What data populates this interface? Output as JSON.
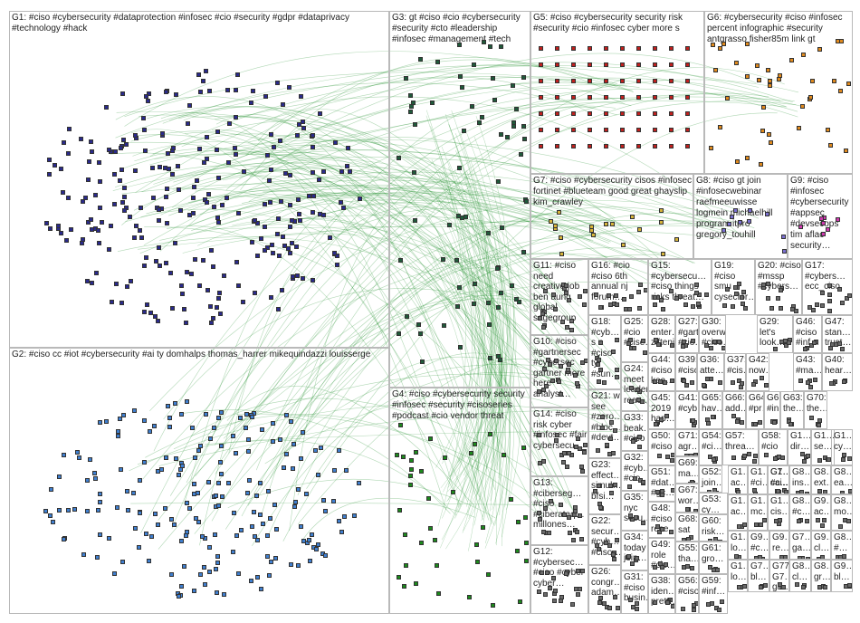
{
  "colors": {
    "G1": "#2a2a8c",
    "G2": "#3f7fd0",
    "G3": "#1f5a3a",
    "G4": "#1c8a1c",
    "G5": "#c0201e",
    "G6": "#e08a1e",
    "G7": "#d6b43a",
    "G8": "#7a6fd0",
    "G9": "#d03ab0",
    "edge": "#1f8f2a",
    "small": "#6a6a6a"
  },
  "groups": [
    {
      "id": "G1",
      "label": "G1: #ciso #cybersecurity #dataprotection #infosec #cio #security #gdpr #dataprivacy #technology #hack"
    },
    {
      "id": "G2",
      "label": "G2: #ciso cc #iot #cybersecurity #ai ty domhalps thomas_harrer mikequindazzi louisserge"
    },
    {
      "id": "G3",
      "label": "G3: gt #ciso #cio #cybersecurity #security #cto #leadership #infosec #management #tech"
    },
    {
      "id": "G4",
      "label": "G4: #ciso #cybersecurity security #infosec #security #cisoseries #podcast #cio vendor threat"
    },
    {
      "id": "G5",
      "label": "G5: #ciso #cybersecurity security risk #security #cio #infosec cyber more s"
    },
    {
      "id": "G6",
      "label": "G6: #cybersecurity #ciso #infosec percent infographic #security antgrasso fisher85m link gt"
    },
    {
      "id": "G7",
      "label": "G7: #ciso #cybersecurity cisos #infosec fortinet #blueteam good great ghayslip kim_crawley"
    },
    {
      "id": "G8",
      "label": "G8: #ciso gt join #infosecwebinar raefmeeuwisse logmein michaelhill program itpro gregory_touhill"
    },
    {
      "id": "G9",
      "label": "G9: #ciso #infosec #cybersecurity #appsec #devsecops tim aflac security…"
    },
    {
      "id": "G11",
      "label": "G11: #ciso need creative job ben aung global sagegroup"
    },
    {
      "id": "G10",
      "label": "G10: #ciso #gartnersec #cybersec gartner more here analyst…"
    },
    {
      "id": "G14",
      "label": "G14: #ciso risk cyber #infosec #fair cybersecu…"
    },
    {
      "id": "G13",
      "label": "G13: #ciberseg… #ciso #ciberataq… millones…"
    },
    {
      "id": "G12",
      "label": "G12: #cybersec… #ciso #cyber cyber…"
    },
    {
      "id": "G16",
      "label": "G16: #cio #ciso 6th annual nj forum…"
    },
    {
      "id": "G18",
      "label": "G18: #cyb… s n #ciso ty #sun…"
    },
    {
      "id": "G21",
      "label": "G21: w see #zero… #bloc… #devt…"
    },
    {
      "id": "G23",
      "label": "G23: effect… simul… bfsi…"
    },
    {
      "id": "G22",
      "label": "G22: secur… #cyb… #ciso…"
    },
    {
      "id": "G26",
      "label": "G26: congr… adam…"
    },
    {
      "id": "G25",
      "label": "G25: #cio #cise…"
    },
    {
      "id": "G24",
      "label": "G24: meet leader reac…"
    },
    {
      "id": "G33",
      "label": "G33: beak… #ciso"
    },
    {
      "id": "G32",
      "label": "G32: #cyb… #cio…"
    },
    {
      "id": "G35",
      "label": "G35: nyc secu…"
    },
    {
      "id": "G34",
      "label": "G34: today join…"
    },
    {
      "id": "G31",
      "label": "G31: #ciso busin…"
    },
    {
      "id": "G15",
      "label": "G15: #cybersecu… #ciso things risks threat…"
    },
    {
      "id": "G28",
      "label": "G28: enter… zifteni…"
    },
    {
      "id": "G27",
      "label": "G27: #gart… #cio…"
    },
    {
      "id": "G44",
      "label": "G44: #ciso kee…"
    },
    {
      "id": "G45",
      "label": "G45: 2019 hap…"
    },
    {
      "id": "G50",
      "label": "G50: #ciso"
    },
    {
      "id": "G51",
      "label": "G51: #dat… #gc…"
    },
    {
      "id": "G48",
      "label": "G48: #ciso rece…"
    },
    {
      "id": "G49",
      "label": "G49: role #cis…"
    },
    {
      "id": "G38",
      "label": "G38: iden… prett…"
    },
    {
      "id": "G19",
      "label": "G19: #ciso smu cysecfor…"
    },
    {
      "id": "G30",
      "label": "G30: overw… #ciso…"
    },
    {
      "id": "G39",
      "label": "G39: #ciso"
    },
    {
      "id": "G41",
      "label": "G41: #cyb…"
    },
    {
      "id": "G71",
      "label": "G71: agr…"
    },
    {
      "id": "G69",
      "label": "G69: ma…"
    },
    {
      "id": "G67",
      "label": "G67: wor…"
    },
    {
      "id": "G68",
      "label": "G68: sat"
    },
    {
      "id": "G55",
      "label": "G55: tha…"
    },
    {
      "id": "G56",
      "label": "G56: #ciso"
    },
    {
      "id": "G20",
      "label": "G20: #ciso #mssp #cybers…"
    },
    {
      "id": "G29",
      "label": "G29: let's look…"
    },
    {
      "id": "G36",
      "label": "G36: atte…"
    },
    {
      "id": "G37",
      "label": "G37: #cis…"
    },
    {
      "id": "G65",
      "label": "G65: hav…"
    },
    {
      "id": "G54",
      "label": "G54: #ci…"
    },
    {
      "id": "G52",
      "label": "G52: join…"
    },
    {
      "id": "G53",
      "label": "G53: cy…"
    },
    {
      "id": "G60",
      "label": "G60: risk…"
    },
    {
      "id": "G61",
      "label": "G61: gro…"
    },
    {
      "id": "G59",
      "label": "G59: #inf…"
    },
    {
      "id": "G17",
      "label": "G17: #cybers… ecc_ciso"
    },
    {
      "id": "G46",
      "label": "G46: #ciso #inf…"
    },
    {
      "id": "G47",
      "label": "G47: stan… trust…"
    },
    {
      "id": "G42",
      "label": "G42: now…"
    },
    {
      "id": "G40",
      "label": "G40: hear…"
    },
    {
      "id": "G66",
      "label": "G66: add…"
    },
    {
      "id": "G64",
      "label": "G64: #pr…"
    },
    {
      "id": "G6x",
      "label": "G6… #in…"
    },
    {
      "id": "G43",
      "label": "G43: #ma…"
    },
    {
      "id": "G63",
      "label": "G63: the…"
    },
    {
      "id": "G70",
      "label": "G70: the…"
    },
    {
      "id": "G57",
      "label": "G57: threa…"
    },
    {
      "id": "G58",
      "label": "G58: #cio"
    },
    {
      "id": "G1a",
      "label": "G1… dir…"
    },
    {
      "id": "G1b",
      "label": "G1… se…"
    },
    {
      "id": "G1c",
      "label": "G1… ac…"
    },
    {
      "id": "G1d",
      "label": "G1… #ci…"
    },
    {
      "id": "G1e",
      "label": "G1… ca…"
    },
    {
      "id": "G1f",
      "label": "G1… ac…"
    },
    {
      "id": "G1g",
      "label": "G1… mc…"
    },
    {
      "id": "G1h",
      "label": "G1… cis…"
    },
    {
      "id": "G1i",
      "label": "G1… cy…"
    },
    {
      "id": "G1j",
      "label": "G1… lo…"
    },
    {
      "id": "G1k",
      "label": "G1… lo…"
    },
    {
      "id": "G7a",
      "label": "G7… #ci…"
    },
    {
      "id": "G8a",
      "label": "G8… ins…"
    },
    {
      "id": "G8b",
      "label": "G8… ext…"
    },
    {
      "id": "G8c",
      "label": "G8… ea…"
    },
    {
      "id": "G8d",
      "label": "G8… #c…"
    },
    {
      "id": "G9a",
      "label": "G9… ac…"
    },
    {
      "id": "G8e",
      "label": "G8… mo…"
    },
    {
      "id": "G9b",
      "label": "G9… #c…"
    },
    {
      "id": "G9c",
      "label": "G9… re…"
    },
    {
      "id": "G7b",
      "label": "G7… ga…"
    },
    {
      "id": "G9d",
      "label": "G9… cl…"
    },
    {
      "id": "G7c",
      "label": "G7… bl…"
    },
    {
      "id": "G77",
      "label": "G77 G7… ga…"
    },
    {
      "id": "G8f",
      "label": "G8… cl…"
    },
    {
      "id": "G8g",
      "label": "G8… gr…"
    },
    {
      "id": "G8h",
      "label": "G8… #…"
    },
    {
      "id": "G9e",
      "label": "G9… bl…"
    }
  ]
}
